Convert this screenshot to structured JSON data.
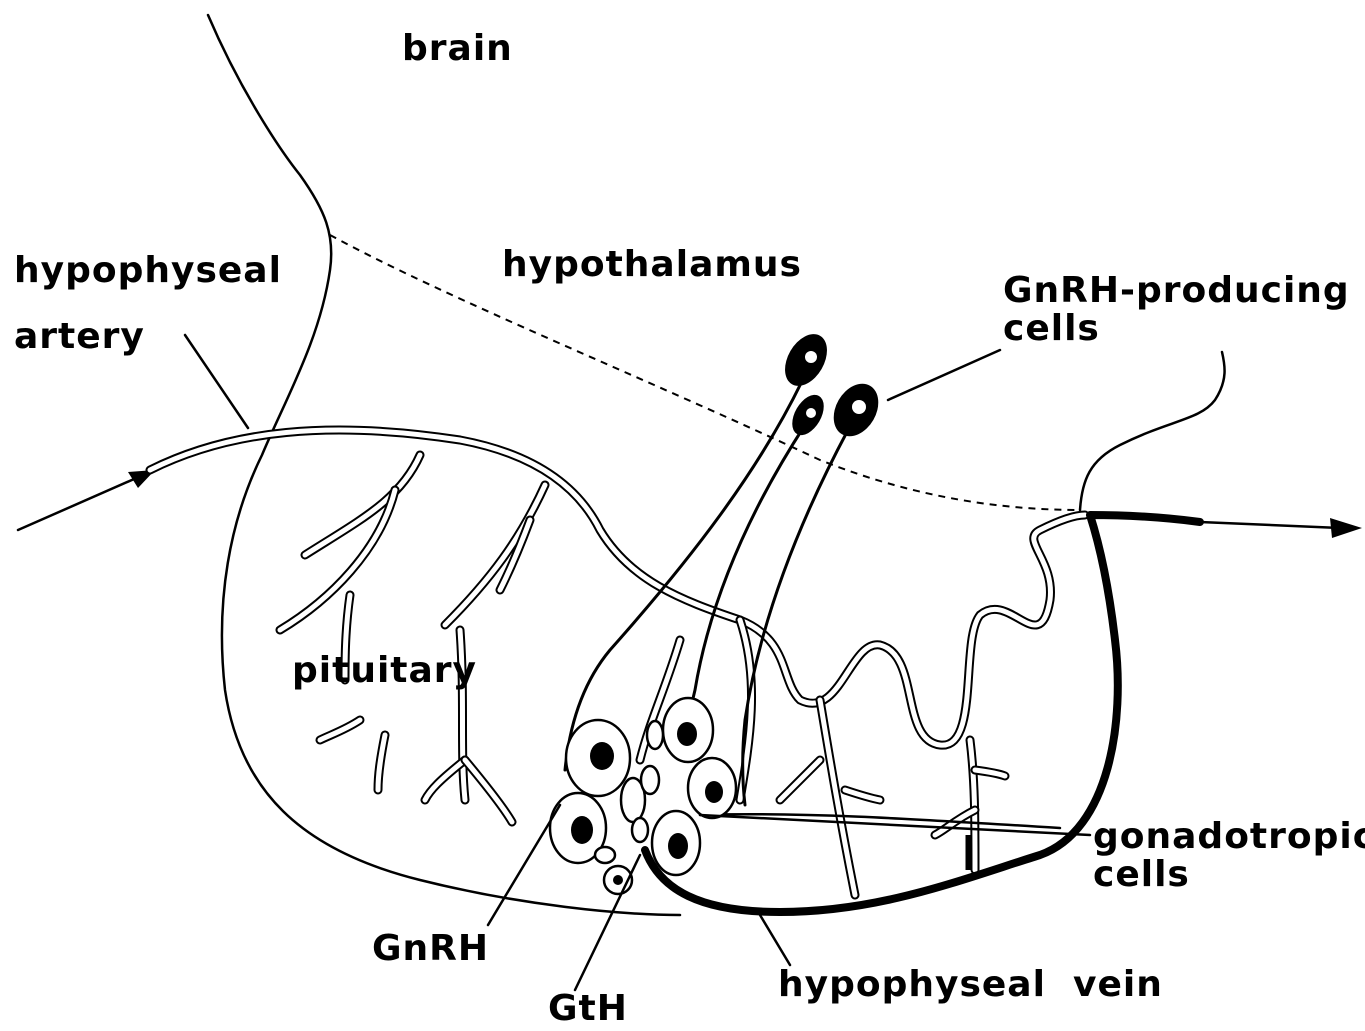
{
  "labels": {
    "brain": "brain",
    "hypothalamus": "hypothalamus",
    "artery_line1": "hypophyseal",
    "artery_line2": "artery",
    "gnrh_cells_line1": "GnRH-producing",
    "gnrh_cells_line2": "cells",
    "pituitary": "pituitary",
    "gonado_line1": "gonadotropic",
    "gonado_line2": "cells",
    "gnrh": "GnRH",
    "gth": "GtH",
    "vein": "hypophyseal  vein"
  },
  "colors": {
    "ink": "#000000",
    "background": "#ffffff"
  }
}
